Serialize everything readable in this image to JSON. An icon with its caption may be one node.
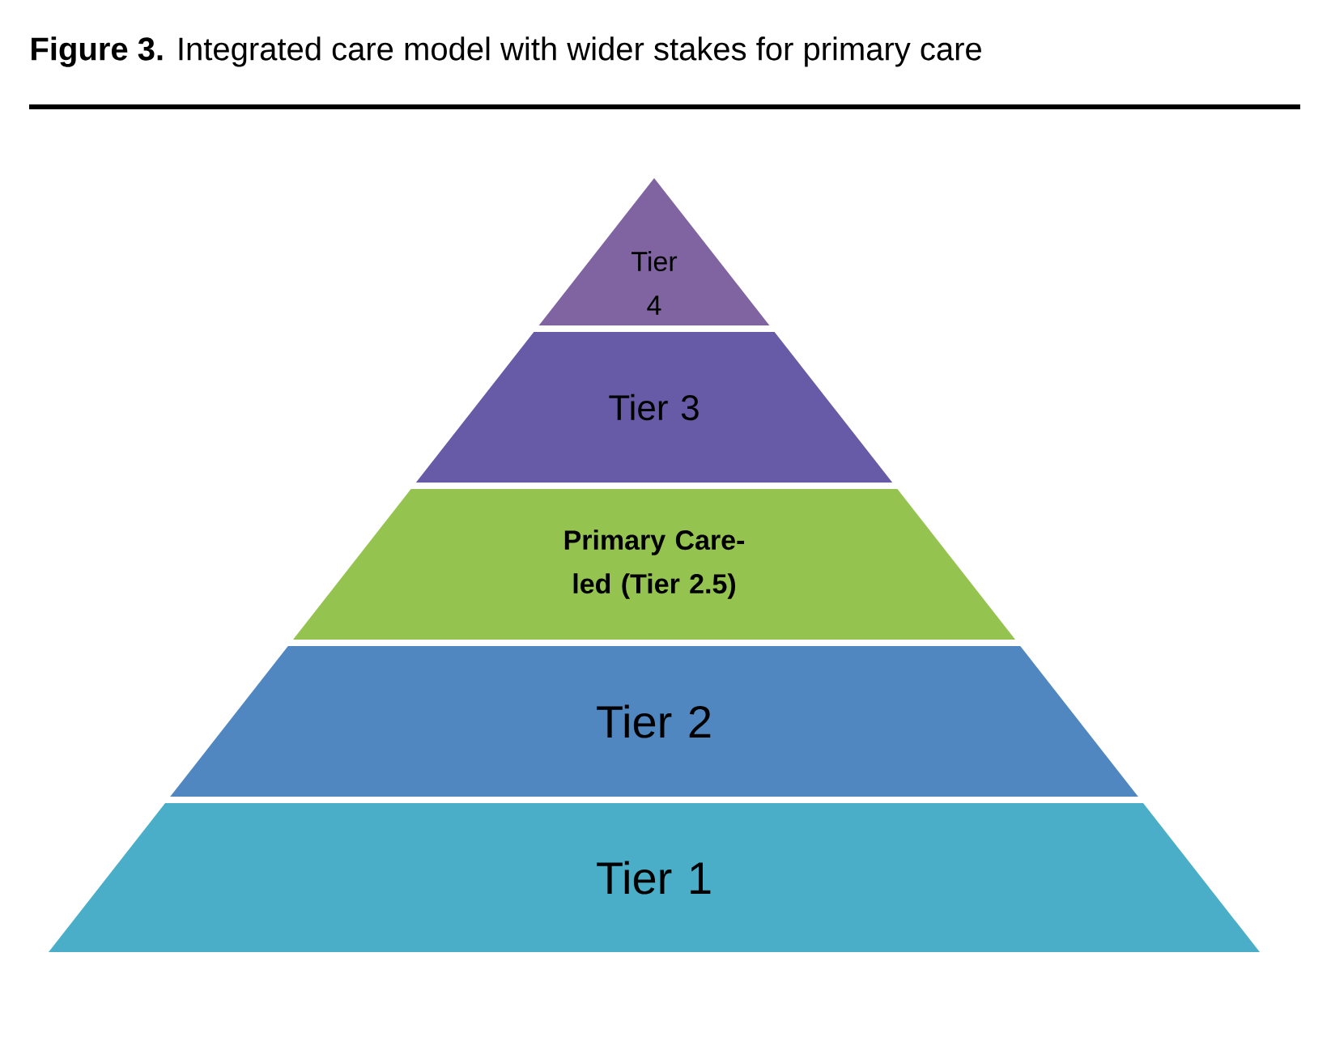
{
  "diagram": {
    "title": "**Figure 3.** Integrated care model with wider stakes for primary care",
    "nodes": [
      {
        "text": [
          "Tier 4"
        ]
      },
      {
        "text": [
          "Tier 3"
        ]
      },
      {
        "text": [
          "Primary Care-led (Tier 2.5)"
        ]
      },
      {
        "text": [
          "Tier 2"
        ]
      },
      {
        "text": [
          "Tier 1"
        ]
      }
    ]
  }
}
